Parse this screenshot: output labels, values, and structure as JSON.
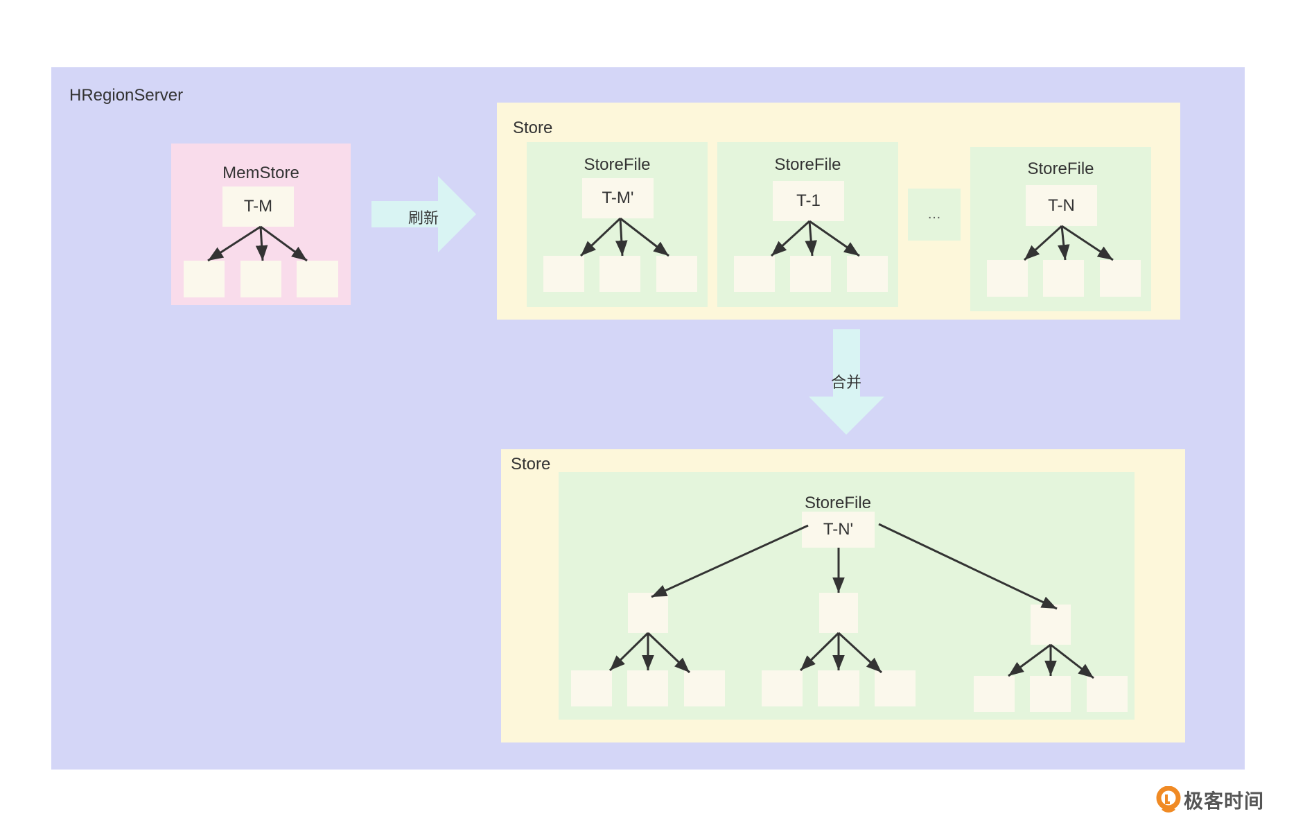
{
  "diagram": {
    "container": {
      "label": "HRegionServer"
    },
    "memstore": {
      "label": "MemStore",
      "root": "T-M"
    },
    "flush_arrow": {
      "label": "刷新"
    },
    "upper_store": {
      "label": "Store",
      "storefiles": [
        {
          "label": "StoreFile",
          "root": "T-M'"
        },
        {
          "label": "StoreFile",
          "root": "T-1"
        },
        {
          "label": "StoreFile",
          "root": "T-N"
        }
      ],
      "ellipsis": "…"
    },
    "merge_arrow": {
      "label": "合并"
    },
    "lower_store": {
      "label": "Store",
      "storefile": {
        "label": "StoreFile",
        "root": "T-N'"
      }
    }
  },
  "branding": {
    "logo_text": "极客时间"
  },
  "colors": {
    "container": "#d4d6f7",
    "memstore": "#f9dceb",
    "store": "#fdf7da",
    "storefile": "#e4f5dc",
    "node": "#fbf8ec",
    "arrow": "#d9f4f3",
    "edge": "#333333",
    "logo_orange": "#f08a24"
  }
}
